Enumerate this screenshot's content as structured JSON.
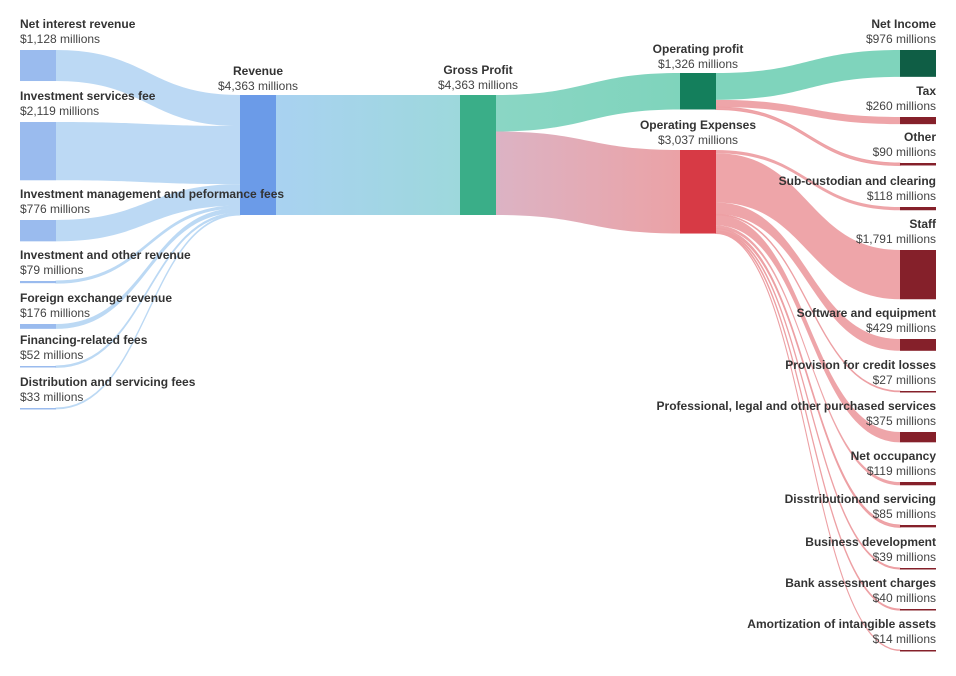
{
  "colors": {
    "income_node": "#9abbee",
    "income_link": "#bcd9f4",
    "revenue_node": "#6b9be8",
    "gross_node": "#3aae88",
    "profit_node": "#147f5c",
    "profit_link": "#7fd4bc",
    "net_income_node": "#0f5e45",
    "cost_node": "#d73a45",
    "cost_link": "#eda0a4",
    "expense_leaf_node": "#85202a"
  },
  "chart_data": {
    "type": "sankey",
    "unit": "millions",
    "nodes": [
      {
        "id": "nir",
        "name": "Net interest revenue",
        "value": 1128,
        "value_label": "$1,128 millions"
      },
      {
        "id": "isf",
        "name": "Investment services fee",
        "value": 2119,
        "value_label": "$2,119 millions"
      },
      {
        "id": "imp",
        "name": "Investment management and peformance fees",
        "value": 776,
        "value_label": "$776 millions"
      },
      {
        "id": "ior",
        "name": "Investment and other revenue",
        "value": 79,
        "value_label": "$79 millions"
      },
      {
        "id": "fxr",
        "name": "Foreign exchange revenue",
        "value": 176,
        "value_label": "$176 millions"
      },
      {
        "id": "frf",
        "name": "Financing-related fees",
        "value": 52,
        "value_label": "$52 millions"
      },
      {
        "id": "dsf",
        "name": "Distribution and servicing fees",
        "value": 33,
        "value_label": "$33 millions"
      },
      {
        "id": "rev",
        "name": "Revenue",
        "value": 4363,
        "value_label": "$4,363 millions"
      },
      {
        "id": "gp",
        "name": "Gross Profit",
        "value": 4363,
        "value_label": "$4,363 millions"
      },
      {
        "id": "op",
        "name": "Operating profit",
        "value": 1326,
        "value_label": "$1,326 millions"
      },
      {
        "id": "opex",
        "name": "Operating Expenses",
        "value": 3037,
        "value_label": "$3,037 millions"
      },
      {
        "id": "ni",
        "name": "Net Income",
        "value": 976,
        "value_label": "$976 millions"
      },
      {
        "id": "tax",
        "name": "Tax",
        "value": 260,
        "value_label": "$260 millions"
      },
      {
        "id": "oth",
        "name": "Other",
        "value": 90,
        "value_label": "$90 millions"
      },
      {
        "id": "scc",
        "name": "Sub-custodian and clearing",
        "value": 118,
        "value_label": "$118 millions"
      },
      {
        "id": "stf",
        "name": "Staff",
        "value": 1791,
        "value_label": "$1,791 millions"
      },
      {
        "id": "swe",
        "name": "Software and equipment",
        "value": 429,
        "value_label": "$429 millions"
      },
      {
        "id": "pcl",
        "name": "Provision for credit losses",
        "value": 27,
        "value_label": "$27 millions"
      },
      {
        "id": "plp",
        "name": "Professional, legal and other purchased services",
        "value": 375,
        "value_label": "$375 millions"
      },
      {
        "id": "nocc",
        "name": "Net occupancy",
        "value": 119,
        "value_label": "$119 millions"
      },
      {
        "id": "dis",
        "name": "Disstributionand servicing",
        "value": 85,
        "value_label": "$85 millions"
      },
      {
        "id": "bd",
        "name": "Business development",
        "value": 39,
        "value_label": "$39 millions"
      },
      {
        "id": "bac",
        "name": "Bank assessment charges",
        "value": 40,
        "value_label": "$40 millions"
      },
      {
        "id": "aia",
        "name": "Amortization of intangible assets",
        "value": 14,
        "value_label": "$14 millions"
      }
    ],
    "links": [
      {
        "source": "nir",
        "target": "rev",
        "value": 1128
      },
      {
        "source": "isf",
        "target": "rev",
        "value": 2119
      },
      {
        "source": "imp",
        "target": "rev",
        "value": 776
      },
      {
        "source": "ior",
        "target": "rev",
        "value": 79
      },
      {
        "source": "fxr",
        "target": "rev",
        "value": 176
      },
      {
        "source": "frf",
        "target": "rev",
        "value": 52
      },
      {
        "source": "dsf",
        "target": "rev",
        "value": 33
      },
      {
        "source": "rev",
        "target": "gp",
        "value": 4363
      },
      {
        "source": "gp",
        "target": "op",
        "value": 1326
      },
      {
        "source": "gp",
        "target": "opex",
        "value": 3037
      },
      {
        "source": "op",
        "target": "ni",
        "value": 976
      },
      {
        "source": "op",
        "target": "tax",
        "value": 260
      },
      {
        "source": "op",
        "target": "oth",
        "value": 90
      },
      {
        "source": "opex",
        "target": "scc",
        "value": 118
      },
      {
        "source": "opex",
        "target": "stf",
        "value": 1791
      },
      {
        "source": "opex",
        "target": "swe",
        "value": 429
      },
      {
        "source": "opex",
        "target": "pcl",
        "value": 27
      },
      {
        "source": "opex",
        "target": "plp",
        "value": 375
      },
      {
        "source": "opex",
        "target": "nocc",
        "value": 119
      },
      {
        "source": "opex",
        "target": "dis",
        "value": 85
      },
      {
        "source": "opex",
        "target": "bd",
        "value": 39
      },
      {
        "source": "opex",
        "target": "bac",
        "value": 40
      },
      {
        "source": "opex",
        "target": "aia",
        "value": 14
      }
    ]
  }
}
